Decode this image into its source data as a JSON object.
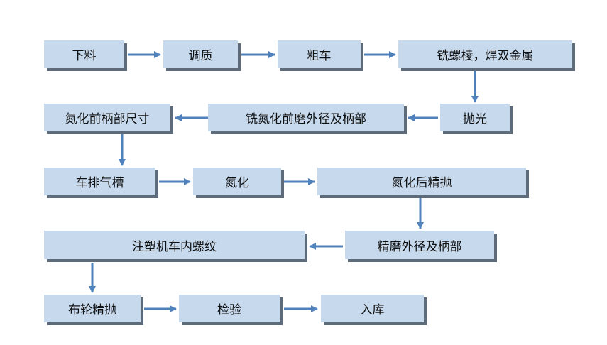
{
  "steps": {
    "s1": "下料",
    "s2": "调质",
    "s3": "粗车",
    "s4": "铣螺棱，焊双金属",
    "s5": "抛光",
    "s6": "铣氮化前磨外径及柄部",
    "s7": "氮化前柄部尺寸",
    "s8": "车排气槽",
    "s9": "氮化",
    "s10": "氮化后精抛",
    "s11": "精磨外径及柄部",
    "s12": "注塑机车内螺纹",
    "s13": "布轮精抛",
    "s14": "检验",
    "s15": "入库"
  },
  "colors": {
    "box_fill": "#c6d9ed",
    "box_shadow": "#5e6b7a",
    "arrow": "#4f81bd"
  }
}
